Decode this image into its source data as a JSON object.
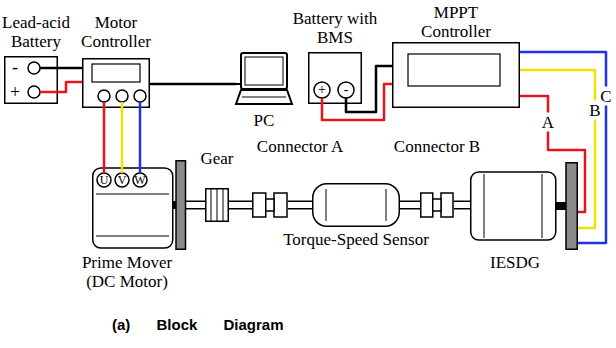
{
  "diagram": {
    "caption": "(a) Block Diagram",
    "nodes": [
      {
        "text": [
          "Lead-acid Battery"
        ]
      },
      {
        "text": [
          "Motor Controller"
        ]
      },
      {
        "text": [
          "PC"
        ]
      },
      {
        "text": [
          "Battery with BMS"
        ]
      },
      {
        "text": [
          "MPPT Controller"
        ]
      },
      {
        "text": [
          "Prime Mover (DC Motor)"
        ]
      },
      {
        "text": [
          "Gear"
        ]
      },
      {
        "text": [
          "Connector A"
        ]
      },
      {
        "text": [
          "Torque-Speed Sensor"
        ]
      },
      {
        "text": [
          "Connector B"
        ]
      },
      {
        "text": [
          "IESDG"
        ]
      }
    ],
    "edges": [
      {
        "from": 0,
        "to": 1,
        "arrow": "none"
      },
      {
        "from": 0,
        "to": 1,
        "arrow": "none"
      },
      {
        "from": 1,
        "to": 2,
        "arrow": "none"
      },
      {
        "from": 1,
        "to": 5,
        "arrow": "none"
      },
      {
        "from": 1,
        "to": 5,
        "arrow": "none"
      },
      {
        "from": 1,
        "to": 5,
        "arrow": "none"
      },
      {
        "from": 3,
        "to": 4,
        "arrow": "none"
      },
      {
        "from": 3,
        "to": 4,
        "arrow": "none"
      },
      {
        "from": 4,
        "to": 10,
        "label": "A",
        "arrow": "none"
      },
      {
        "from": 4,
        "to": 10,
        "label": "B",
        "arrow": "none"
      },
      {
        "from": 4,
        "to": 10,
        "label": "C",
        "arrow": "none"
      },
      {
        "from": 5,
        "to": 6,
        "arrow": "none"
      },
      {
        "from": 6,
        "to": 7,
        "arrow": "none"
      },
      {
        "from": 7,
        "to": 8,
        "arrow": "none"
      },
      {
        "from": 8,
        "to": 9,
        "arrow": "none"
      },
      {
        "from": 9,
        "to": 10,
        "arrow": "none"
      }
    ],
    "labels": [
      "-",
      "+",
      "+",
      "-",
      "U",
      "V",
      "W"
    ]
  }
}
